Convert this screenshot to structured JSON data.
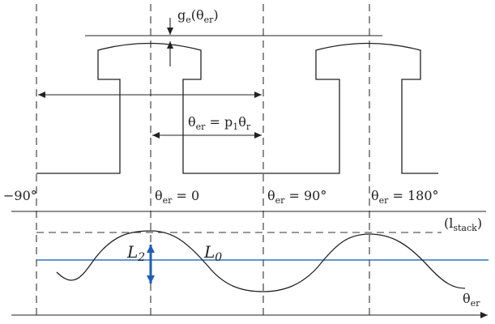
{
  "labels": {
    "gap": "g",
    "gap_sub": "e",
    "gap_arg": "(θ",
    "gap_arg_sub": "er",
    "gap_close": ")",
    "relation_lhs": "θ",
    "relation_lhs_sub": "er",
    "relation_mid": " = p",
    "relation_mid_sub": "1",
    "relation_rhs": "θ",
    "relation_rhs_sub": "r",
    "angle_neg90": "−90°",
    "angle_0_base": "θ",
    "angle_0_sub": "er",
    "angle_0_val": " = 0",
    "angle_90_base": "θ",
    "angle_90_sub": "er",
    "angle_90_val": " = 90°",
    "angle_180_base": "θ",
    "angle_180_sub": "er",
    "angle_180_val": " = 180°",
    "stack_open": "(l",
    "stack_sub": "stack",
    "stack_close": ")",
    "L2_base": "L",
    "L2_sub": "2",
    "L0_base": "L",
    "L0_sub": "0",
    "axis_base": "θ",
    "axis_sub": "er"
  },
  "colors": {
    "ink": "#222222",
    "inductance_mean_line": "#2f74c0",
    "l2_arrow": "#1f5fb0"
  }
}
